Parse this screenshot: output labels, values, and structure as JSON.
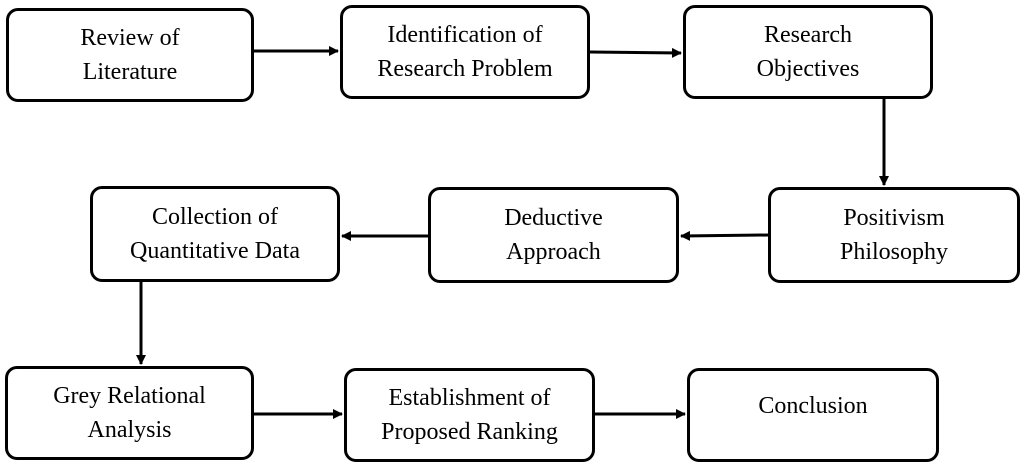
{
  "nodes": [
    {
      "line1": "Review of",
      "line2": "Literature"
    },
    {
      "line1": "Identification of",
      "line2": "Research Problem"
    },
    {
      "line1": "Research",
      "line2": "Objectives"
    },
    {
      "line1": "Positivism",
      "line2": "Philosophy"
    },
    {
      "line1": "Deductive",
      "line2": "Approach"
    },
    {
      "line1": "Collection of",
      "line2": "Quantitative Data"
    },
    {
      "line1": "Grey Relational",
      "line2": "Analysis"
    },
    {
      "line1": "Establishment of",
      "line2": "Proposed Ranking"
    },
    {
      "line1": "Conclusion",
      "line2": ""
    }
  ],
  "colors": {
    "stroke": "#000000",
    "fill": "#ffffff",
    "text": "#000000"
  }
}
